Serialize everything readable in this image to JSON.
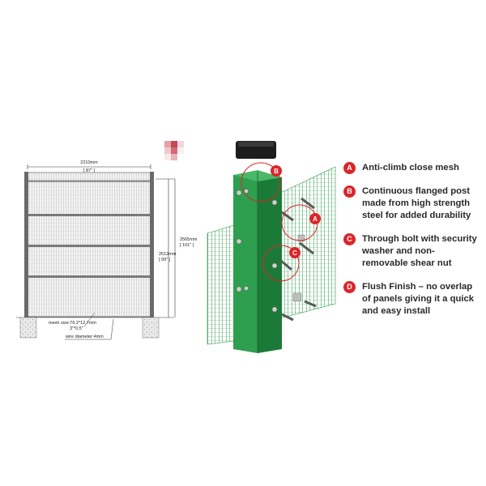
{
  "colors": {
    "accent": "#d9262b",
    "post_green": "#2e9e4f",
    "post_green_dark": "#1c7a38",
    "mesh_green": "#2f9a4a",
    "text": "#2a2a2a"
  },
  "drawing": {
    "width_label": "2210mm",
    "width_inch": "[ 87\" ]",
    "height_total_label": "2565mm",
    "height_total_inch": "[ 101\" ]",
    "height_panel_label": "2512mm",
    "height_panel_inch": "[ 99\" ]",
    "mesh_size_label": "mesh size:76.2*12.7mm",
    "mesh_size_inch": "3\"*0.5\"",
    "wire_diameter_label": "wire diameter:4mm"
  },
  "callouts": {
    "a": "A",
    "b": "B",
    "c": "C"
  },
  "legend": [
    {
      "badge": "A",
      "text": "Anti-climb close mesh"
    },
    {
      "badge": "B",
      "text": "Continuous flanged post made from high strength steel for added durability"
    },
    {
      "badge": "C",
      "text": "Through bolt with security washer and non-removable shear nut"
    },
    {
      "badge": "D",
      "text": "Flush Finish – no overlap of panels giving it a quick and easy install"
    }
  ],
  "icons": {
    "watermark": "pixelated-watermark-icon",
    "post_cap": "post-cap-icon",
    "bolt": "bolt-icon",
    "washer": "washer-icon"
  }
}
